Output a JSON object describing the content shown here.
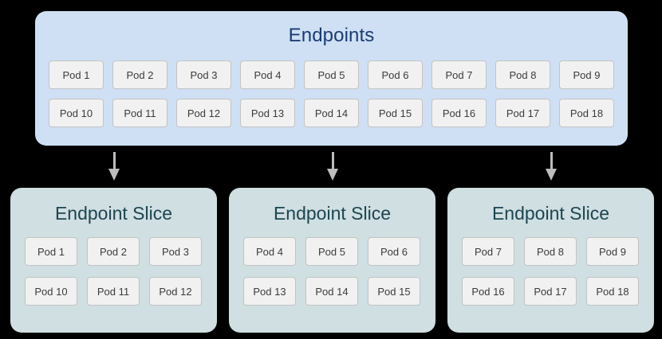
{
  "diagram": {
    "endpoints": {
      "title": "Endpoints",
      "title_color": "#1b3c73",
      "panel_color": "#cfe0f5",
      "rows": [
        [
          "Pod 1",
          "Pod 2",
          "Pod 3",
          "Pod 4",
          "Pod 5",
          "Pod 6",
          "Pod 7",
          "Pod 8",
          "Pod 9"
        ],
        [
          "Pod 10",
          "Pod 11",
          "Pod 12",
          "Pod 13",
          "Pod 14",
          "Pod 15",
          "Pod 16",
          "Pod 17",
          "Pod 18"
        ]
      ]
    },
    "arrows": [
      {
        "name": "arrow-to-slice-1",
        "direction": "down",
        "color": "#bdbdbd"
      },
      {
        "name": "arrow-to-slice-2",
        "direction": "down",
        "color": "#bdbdbd"
      },
      {
        "name": "arrow-to-slice-3",
        "direction": "down",
        "color": "#bdbdbd"
      }
    ],
    "slices": [
      {
        "title": "Endpoint Slice",
        "panel_color": "#cfdfe2",
        "title_color": "#1d4550",
        "rows": [
          [
            "Pod 1",
            "Pod 2",
            "Pod 3"
          ],
          [
            "Pod 10",
            "Pod 11",
            "Pod 12"
          ]
        ]
      },
      {
        "title": "Endpoint Slice",
        "panel_color": "#cfdfe2",
        "title_color": "#1d4550",
        "rows": [
          [
            "Pod 4",
            "Pod 5",
            "Pod 6"
          ],
          [
            "Pod 13",
            "Pod 14",
            "Pod 15"
          ]
        ]
      },
      {
        "title": "Endpoint Slice",
        "panel_color": "#cfdfe2",
        "title_color": "#1d4550",
        "rows": [
          [
            "Pod 7",
            "Pod 8",
            "Pod 9"
          ],
          [
            "Pod 16",
            "Pod 17",
            "Pod 18"
          ]
        ]
      }
    ],
    "pod_chip": {
      "fill": "#f1f1f1",
      "border": "#c3c3c3",
      "text_color": "#3b3b3b"
    },
    "background_color": "#000000"
  }
}
